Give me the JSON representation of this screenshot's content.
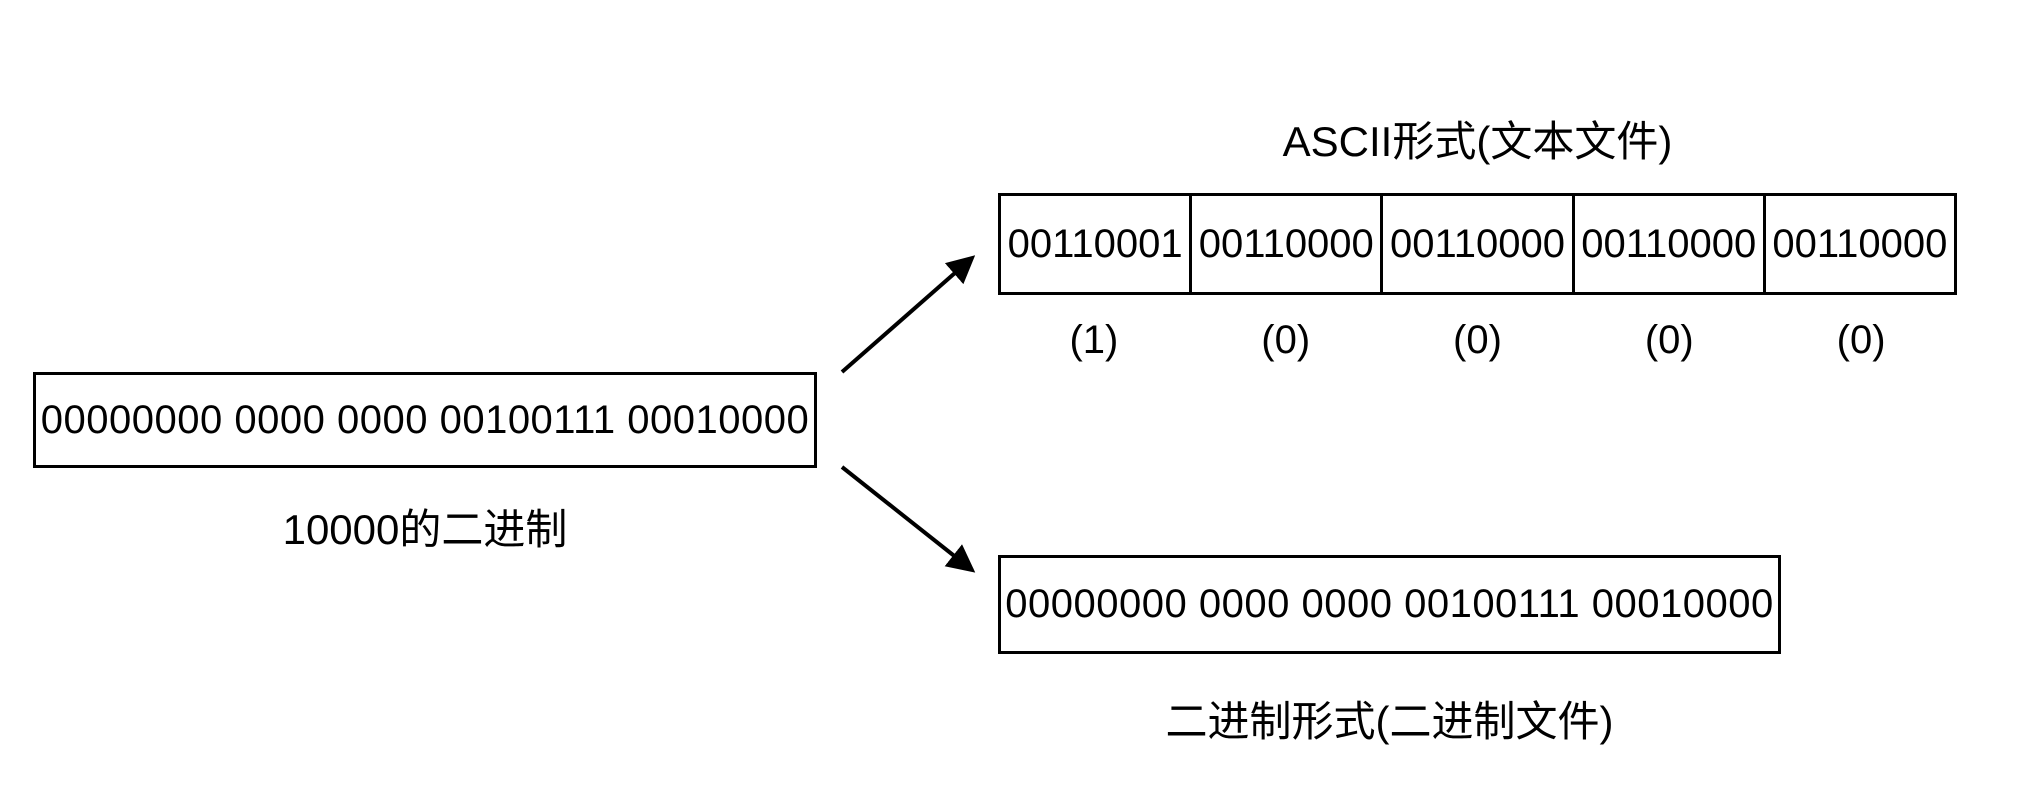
{
  "source": {
    "value": "00000000 0000 0000 00100111 00010000",
    "label": "10000的二进制"
  },
  "ascii": {
    "title": "ASCII形式(文本文件)",
    "cells": [
      "00110001",
      "00110000",
      "00110000",
      "00110000",
      "00110000"
    ],
    "captions": [
      "(1)",
      "(0)",
      "(0)",
      "(0)",
      "(0)"
    ]
  },
  "binary": {
    "value": "00000000 0000 0000 00100111 00010000",
    "label": "二进制形式(二进制文件)"
  },
  "colors": {
    "line": "#000000",
    "text": "#000000",
    "background": "#ffffff"
  }
}
